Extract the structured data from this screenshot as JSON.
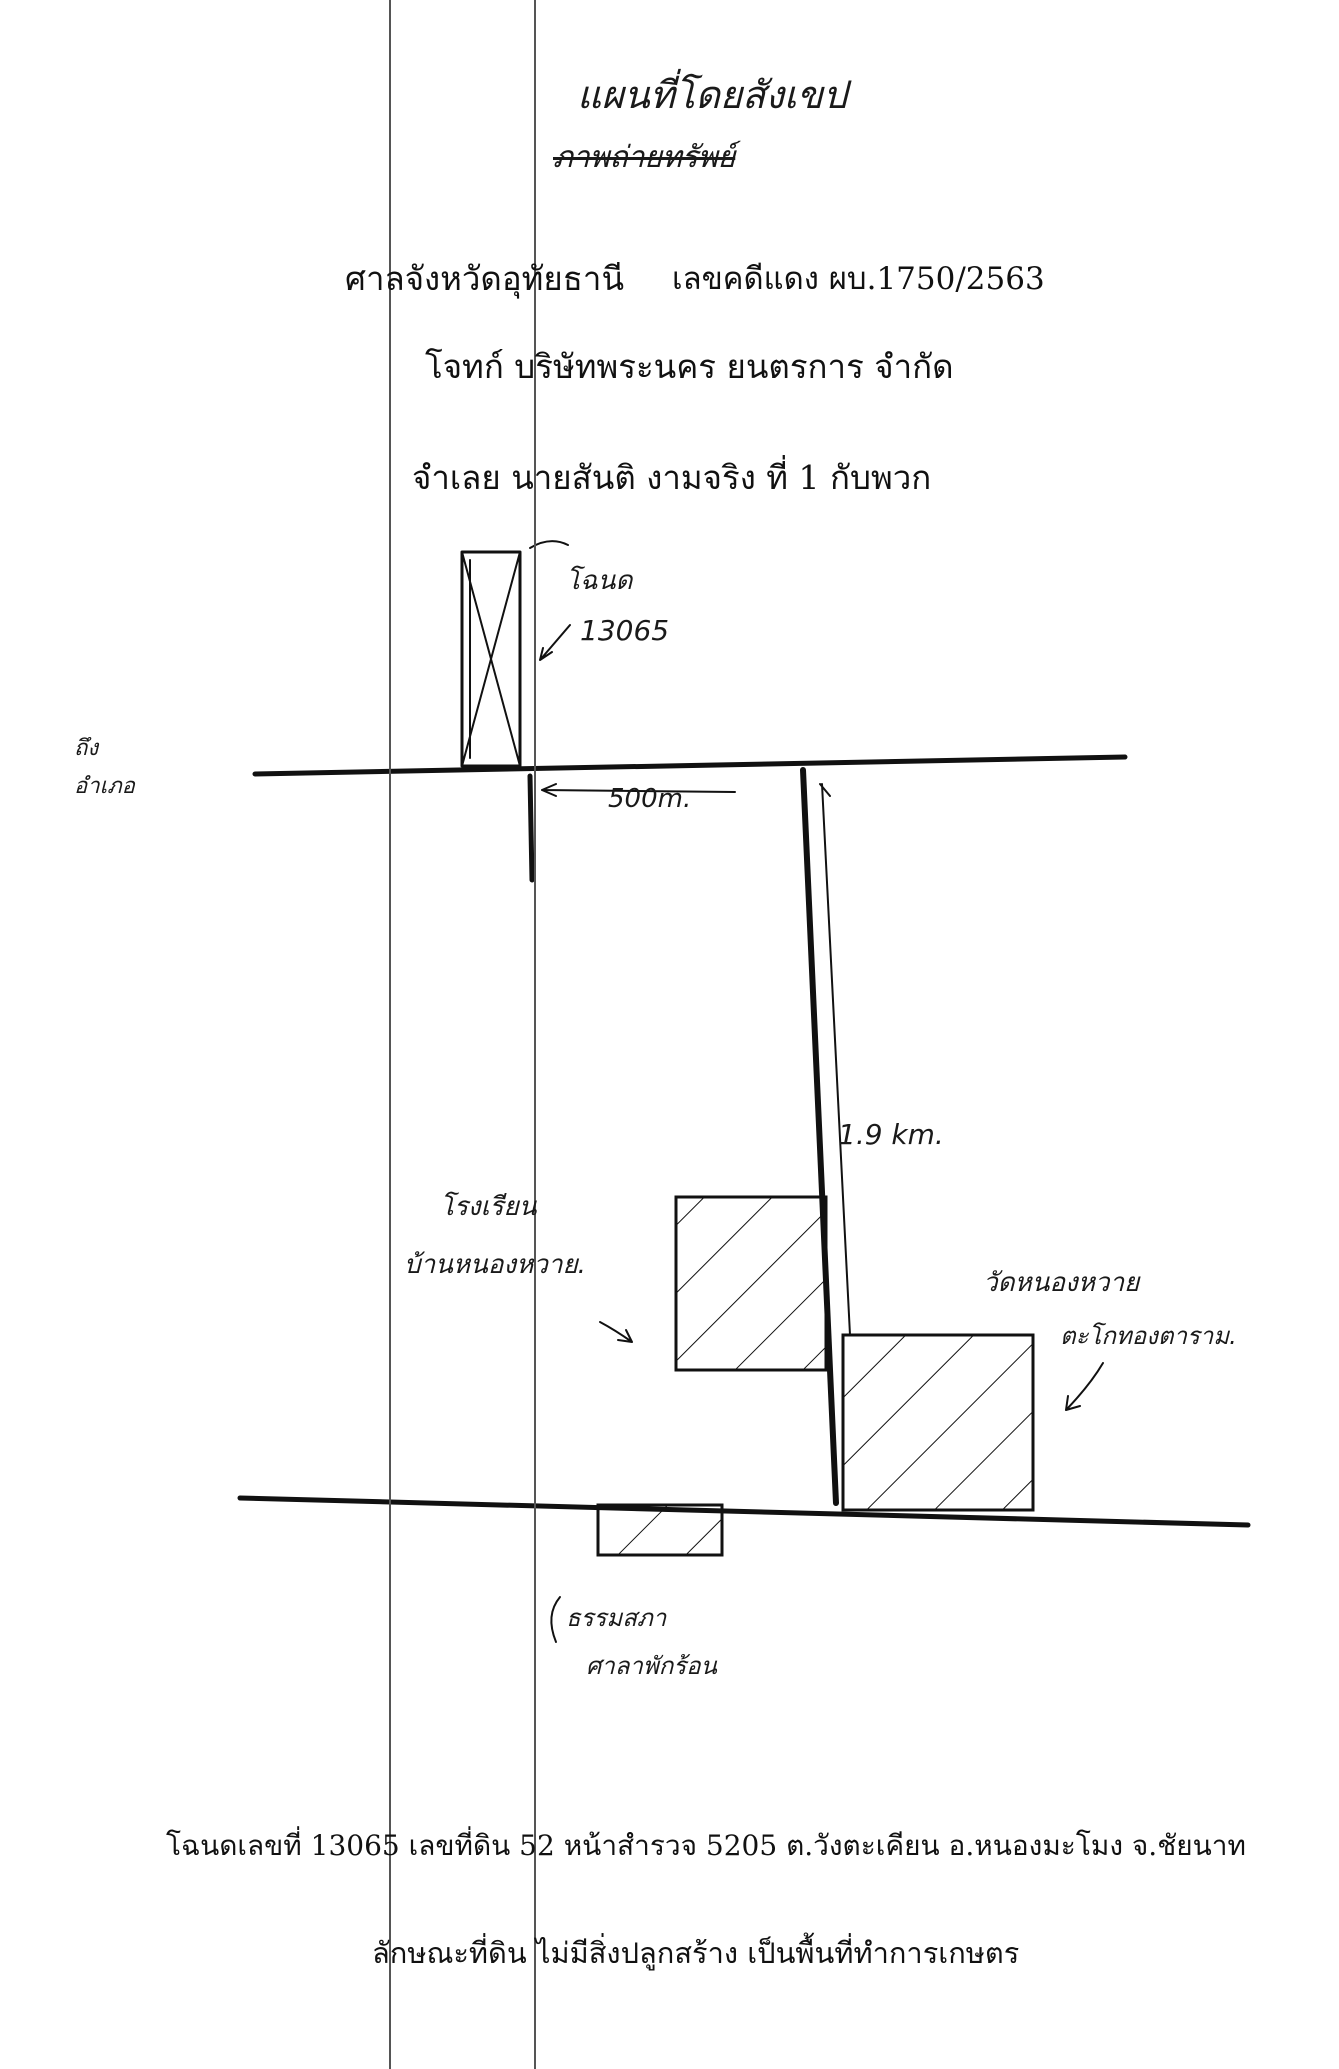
{
  "header": {
    "title": "แผนที่โดยสังเขป",
    "struck_title": "ภาพถ่ายทรัพย์"
  },
  "case": {
    "court": "ศาลจังหวัดอุทัยธานี",
    "case_number": "เลขคดีแดง ผบ.1750/2563",
    "plaintiff": "โจทก์ บริษัทพระนคร ยนตรการ จำกัด",
    "defendant": "จำเลย นายสันติ งามจริง ที่ 1 กับพวก"
  },
  "map": {
    "plot_label": "โฉนด",
    "plot_number": "13065",
    "left_note_1": "ถึง",
    "left_note_2": "อำเภอ",
    "distance_top": "500m.",
    "distance_vertical": "1.9 km.",
    "school_line_1": "โรงเรียน",
    "school_line_2": "บ้านหนองหวาย.",
    "temple_line_1": "วัดหนองหวาย",
    "temple_line_2": "ตะโกทองตาราม.",
    "bottom_line_1": "ธรรมสภา",
    "bottom_line_2": "ศาลาพักร้อน"
  },
  "footer": {
    "deed_info": "โฉนดเลขที่ 13065 เลขที่ดิน 52 หน้าสำรวจ 5205 ต.วังตะเคียน อ.หนองมะโมง จ.ชัยนาท",
    "land_character": "ลักษณะที่ดิน ไม่มีสิ่งปลูกสร้าง เป็นพื้นที่ทำการเกษตร"
  }
}
